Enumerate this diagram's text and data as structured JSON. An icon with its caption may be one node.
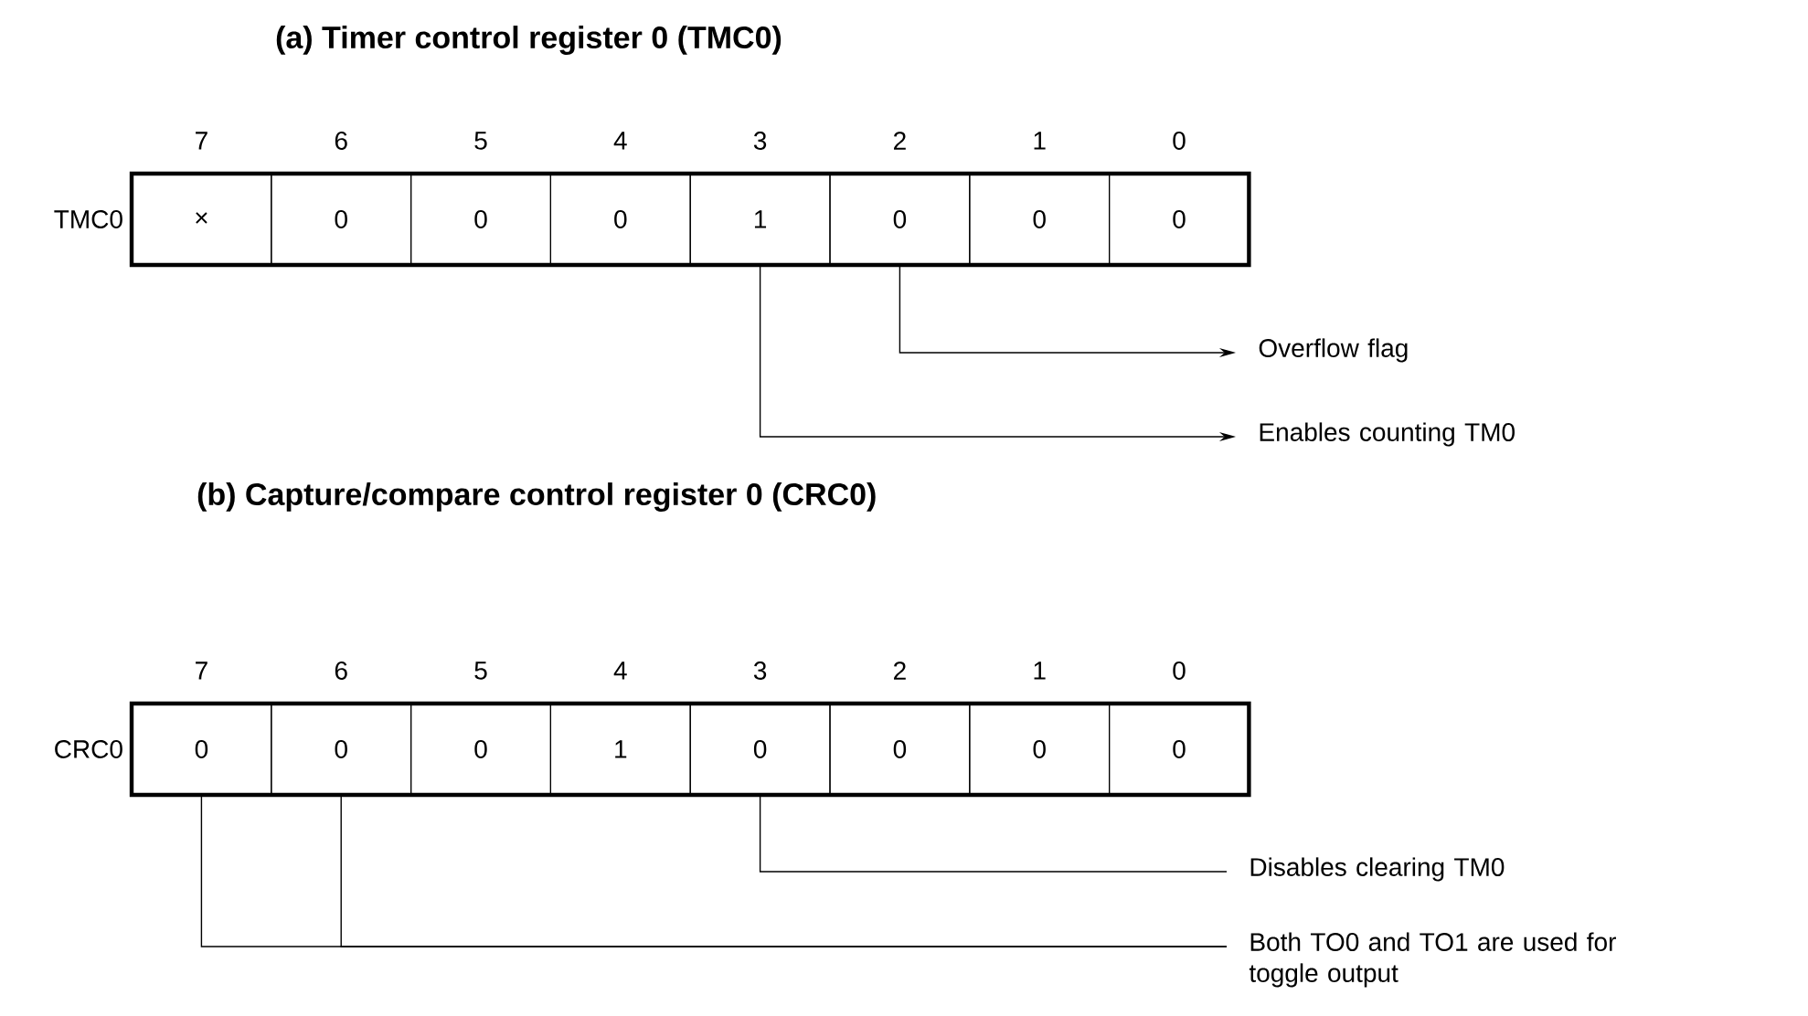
{
  "diagram": {
    "nodes": [
      {
        "text": [
          "TMC0"
        ]
      },
      {
        "text": [
          "×"
        ],
        "in": 0
      },
      {
        "text": [
          "0"
        ],
        "in": 0
      },
      {
        "text": [
          "0"
        ],
        "in": 0
      },
      {
        "text": [
          "0"
        ],
        "in": 0
      },
      {
        "text": [
          "1"
        ],
        "in": 0
      },
      {
        "text": [
          "0"
        ],
        "in": 0
      },
      {
        "text": [
          "0"
        ],
        "in": 0
      },
      {
        "text": [
          "0"
        ],
        "in": 0
      },
      {
        "text": [
          "Overflow flag"
        ]
      },
      {
        "text": [
          "Enables counting TM0"
        ]
      },
      {
        "text": [
          "CRC0"
        ]
      },
      {
        "text": [
          "0"
        ],
        "in": 11
      },
      {
        "text": [
          "0"
        ],
        "in": 11
      },
      {
        "text": [
          "0"
        ],
        "in": 11
      },
      {
        "text": [
          "1"
        ],
        "in": 11
      },
      {
        "text": [
          "0"
        ],
        "in": 11
      },
      {
        "text": [
          "0"
        ],
        "in": 11
      },
      {
        "text": [
          "0"
        ],
        "in": 11
      },
      {
        "text": [
          "0"
        ],
        "in": 11
      },
      {
        "text": [
          "Disables clearing TM0"
        ]
      },
      {
        "text": [
          "Both TO0 and TO1 are used for toggle output"
        ]
      }
    ],
    "edges": [
      {
        "from": 6,
        "to": 9,
        "arrow": "to"
      },
      {
        "from": 5,
        "to": 10,
        "arrow": "to"
      },
      {
        "from": 16,
        "to": 20,
        "arrow": "none"
      },
      {
        "from": 12,
        "to": 21,
        "arrow": "none"
      },
      {
        "from": 13,
        "to": 21,
        "arrow": "none"
      }
    ],
    "labels": [
      "(a)  Timer control register 0 (TMC0)",
      "7",
      "6",
      "5",
      "4",
      "3",
      "2",
      "1",
      "0",
      "(b)  Capture/compare control register 0 (CRC0)",
      "7",
      "6",
      "5",
      "4",
      "3",
      "2",
      "1",
      "0"
    ]
  }
}
